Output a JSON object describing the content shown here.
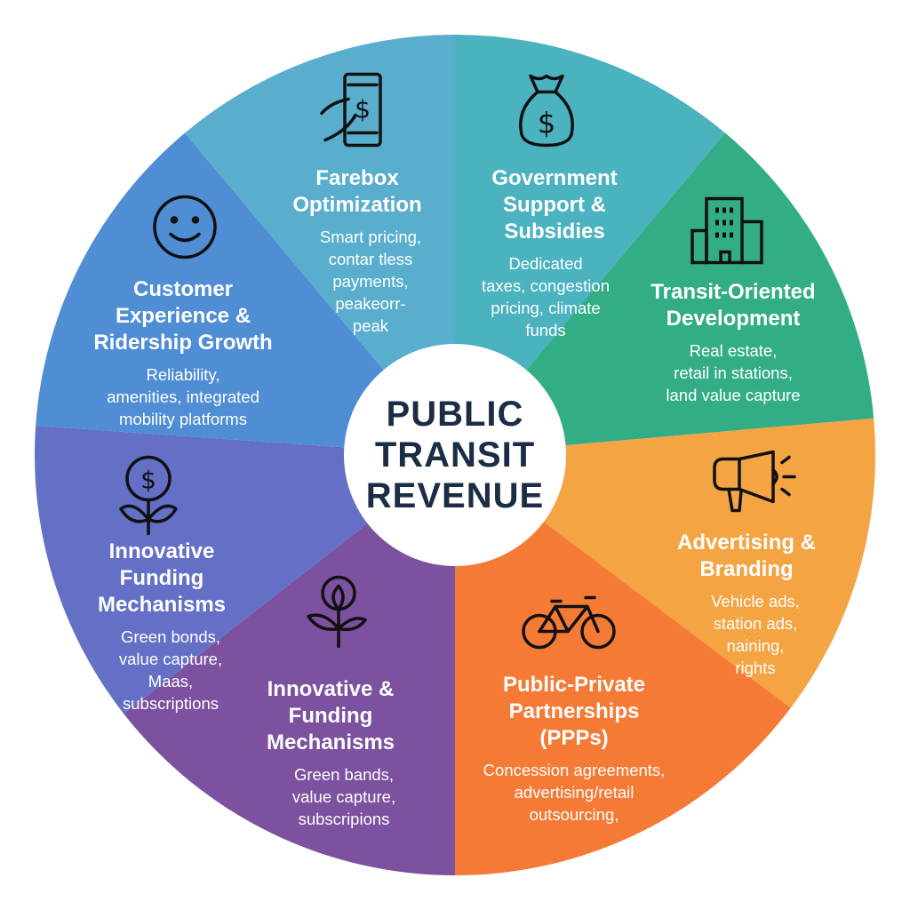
{
  "center_title": "PUBLIC\nTRANSIT\nREVENUE",
  "segments": [
    {
      "id": "farebox",
      "title": "Farebox\nOptimization",
      "desc": "Smart pricing,\ncontar tless\npayments,\npeakeorr-\npeak",
      "icon": "phone-payment-icon",
      "color": "#5aaecd"
    },
    {
      "id": "government",
      "title": "Government\nSupport &\nSubsidies",
      "desc": "Dedicated\ntaxes, congestion\npricing, climate\nfunds",
      "icon": "money-bag-icon",
      "color": "#4bb2bf"
    },
    {
      "id": "tod",
      "title": "Transit-Oriented\nDevelopment",
      "desc": "Real estate,\nretail in stations,\nland value capture",
      "icon": "building-icon",
      "color": "#33ad86"
    },
    {
      "id": "advertising",
      "title": "Advertising &\nBranding",
      "desc": "Vehicle ads,\nstation ads,\nnaining,\nrights",
      "icon": "megaphone-icon",
      "color": "#f5a443"
    },
    {
      "id": "ppp",
      "title": "Public-Private\nPartnerships\n(PPPs)",
      "desc": "Concession agreements,\nadvertising/retail\noutsourcing,",
      "icon": "bicycle-icon",
      "color": "#f47a36"
    },
    {
      "id": "innovative_and",
      "title": "Innovative &\nFunding\nMechanisms",
      "desc": "Green bands,\nvalue capture,\nsubscripions",
      "icon": "plant-icon",
      "color": "#7c519f"
    },
    {
      "id": "innovative_funding",
      "title": "Innovative\nFunding\nMechanisms",
      "desc": "Green bonds,\nvalue capture,\nMaas,\nsubscriptions",
      "icon": "money-plant-icon",
      "color": "#6370c6"
    },
    {
      "id": "customer",
      "title": "Customer\nExperience &\nRidership Growth",
      "desc": "Reliability,\namenities, integrated\nmobility platforms",
      "icon": "smiley-icon",
      "color": "#4f8dd5"
    }
  ]
}
